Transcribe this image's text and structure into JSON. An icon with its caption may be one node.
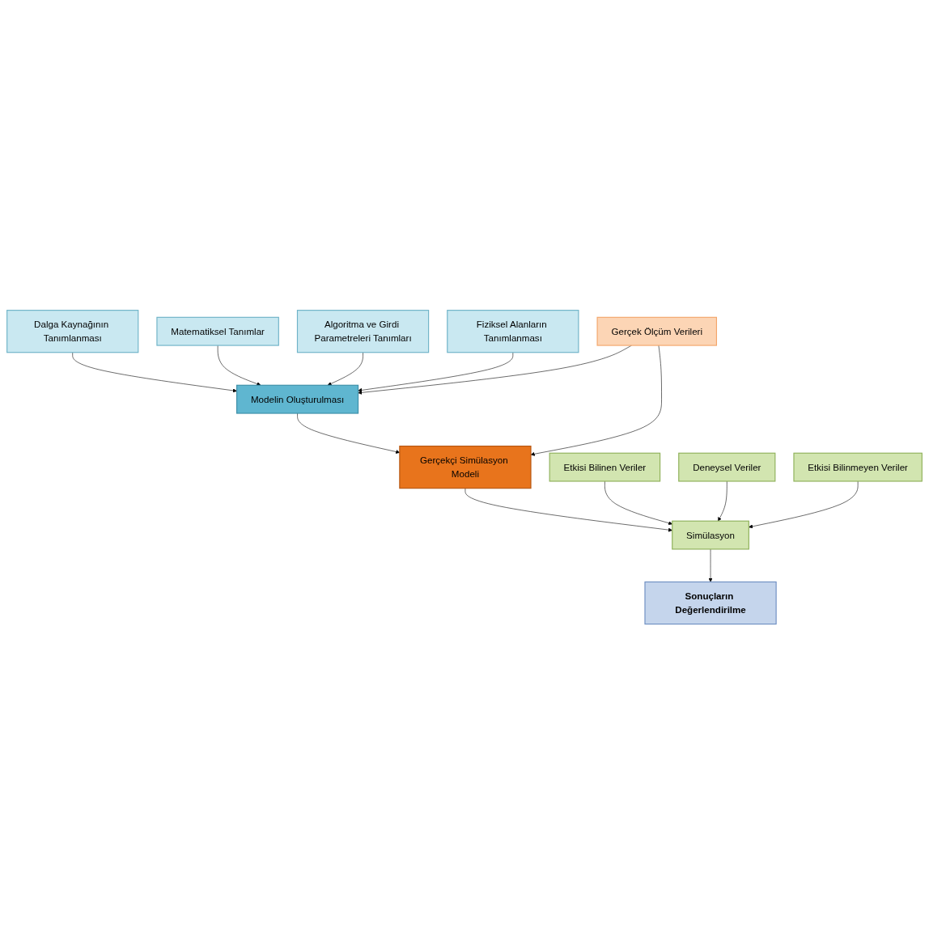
{
  "diagram": {
    "nodes": [
      {
        "text": [
          "Dalga Kaynağının Tanımlanması"
        ]
      },
      {
        "text": [
          "Matematiksel Tanımlar"
        ]
      },
      {
        "text": [
          "Algoritma ve Girdi Parametreleri Tanımları"
        ]
      },
      {
        "text": [
          "Fiziksel Alanların Tanımlanması"
        ]
      },
      {
        "text": [
          "Modelin Oluşturulması"
        ]
      },
      {
        "text": [
          "Gerçekçi Simülasyon Modeli"
        ]
      },
      {
        "text": [
          "Gerçek Ölçüm Verileri"
        ]
      },
      {
        "text": [
          "Etkisi Bilinen Veriler"
        ]
      },
      {
        "text": [
          "Sonuçların Değerlendirilme"
        ]
      },
      {
        "text": [
          "Simülasyon"
        ]
      },
      {
        "text": [
          "Deneysel Veriler"
        ]
      },
      {
        "text": [
          "Etkisi Bilinmeyen Veriler"
        ]
      }
    ],
    "edges": [
      {
        "from": 0,
        "to": 4,
        "arrow": "to"
      },
      {
        "from": 1,
        "to": 4,
        "arrow": "to"
      },
      {
        "from": 2,
        "to": 4,
        "arrow": "to"
      },
      {
        "from": 3,
        "to": 4,
        "arrow": "to"
      },
      {
        "from": 6,
        "to": 4,
        "arrow": "to"
      },
      {
        "from": 4,
        "to": 5,
        "arrow": "to"
      },
      {
        "from": 6,
        "to": 5,
        "arrow": "to"
      },
      {
        "from": 5,
        "to": 9,
        "arrow": "to"
      },
      {
        "from": 7,
        "to": 9,
        "arrow": "to"
      },
      {
        "from": 10,
        "to": 9,
        "arrow": "to"
      },
      {
        "from": 11,
        "to": 9,
        "arrow": "to"
      },
      {
        "from": 9,
        "to": 8,
        "arrow": "to"
      }
    ]
  }
}
